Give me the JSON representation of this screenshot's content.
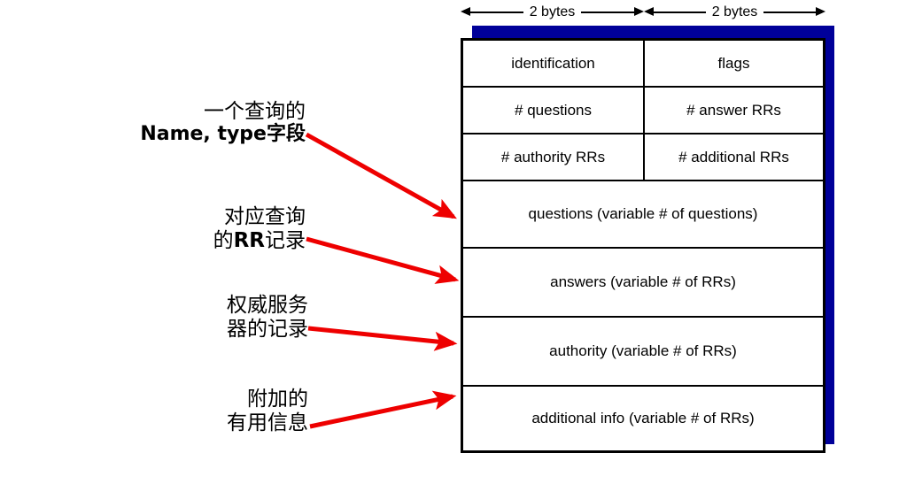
{
  "diagram": {
    "title": "DNS protocol message format",
    "accent_blue": "#000099",
    "arrow_red": "#ee0000",
    "ruler": {
      "segments": [
        {
          "label": "2 bytes"
        },
        {
          "label": "2 bytes"
        }
      ]
    },
    "packet_rows": [
      {
        "type": "split",
        "cells": [
          {
            "text": "identification"
          },
          {
            "text": "flags"
          }
        ]
      },
      {
        "type": "split",
        "cells": [
          {
            "text": "# questions"
          },
          {
            "text": "# answer RRs"
          }
        ]
      },
      {
        "type": "split",
        "cells": [
          {
            "text": "# authority RRs"
          },
          {
            "text": "# additional RRs"
          }
        ]
      },
      {
        "type": "full",
        "cells": [
          {
            "text": "questions (variable # of questions)"
          }
        ]
      },
      {
        "type": "full",
        "cells": [
          {
            "text": "answers (variable # of RRs)"
          }
        ]
      },
      {
        "type": "full",
        "cells": [
          {
            "text": "authority (variable # of RRs)"
          }
        ]
      },
      {
        "type": "full",
        "cells": [
          {
            "text": "additional info (variable # of RRs)"
          }
        ]
      }
    ],
    "annotations": [
      {
        "name": "questions",
        "line1": "一个查询的",
        "line2_plain": "字段",
        "line2_em": "Name, type"
      },
      {
        "name": "answers",
        "line1": "对应查询",
        "line2_plain": "的",
        "line2_em": "RR",
        "line2_tail": "记录"
      },
      {
        "name": "authority",
        "line1": "权威服务",
        "line2_plain": "器的记录"
      },
      {
        "name": "additional",
        "line1": "附加的",
        "line2_plain": "有用信息"
      }
    ]
  }
}
